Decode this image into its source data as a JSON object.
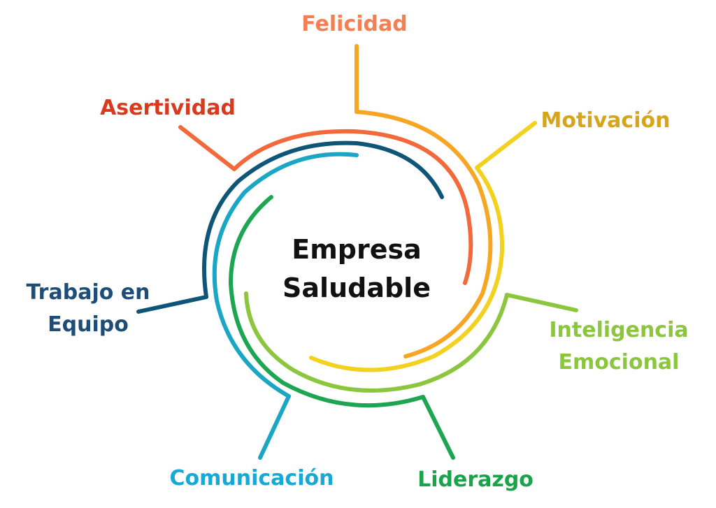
{
  "center": {
    "line1": "Empresa",
    "line2": "Saludable"
  },
  "labels": {
    "felicidad": "Felicidad",
    "motivacion": "Motivación",
    "asertividad": "Asertividad",
    "trabajo_1": "Trabajo en",
    "trabajo_2": "Equipo",
    "inteligencia_1": "Inteligencia",
    "inteligencia_2": "Emocional",
    "comunicacion": "Comunicación",
    "liderazgo": "Liderazgo"
  },
  "colors": {
    "felicidad": "#F47F52",
    "felicidad_line": "#F6A623",
    "motivacion": "#D6A51C",
    "motivacion_line": "#F2D21E",
    "asertividad": "#D83A1F",
    "asertividad_line": "#F26A3C",
    "trabajo": "#1E4E78",
    "trabajo_line": "#0E5577",
    "inteligencia": "#8CC63F",
    "inteligencia_line": "#8CC63F",
    "comunicacion": "#17A8D6",
    "comunicacion_line": "#1AA6C4",
    "liderazgo": "#19A34A",
    "liderazgo_line": "#1DA552"
  }
}
